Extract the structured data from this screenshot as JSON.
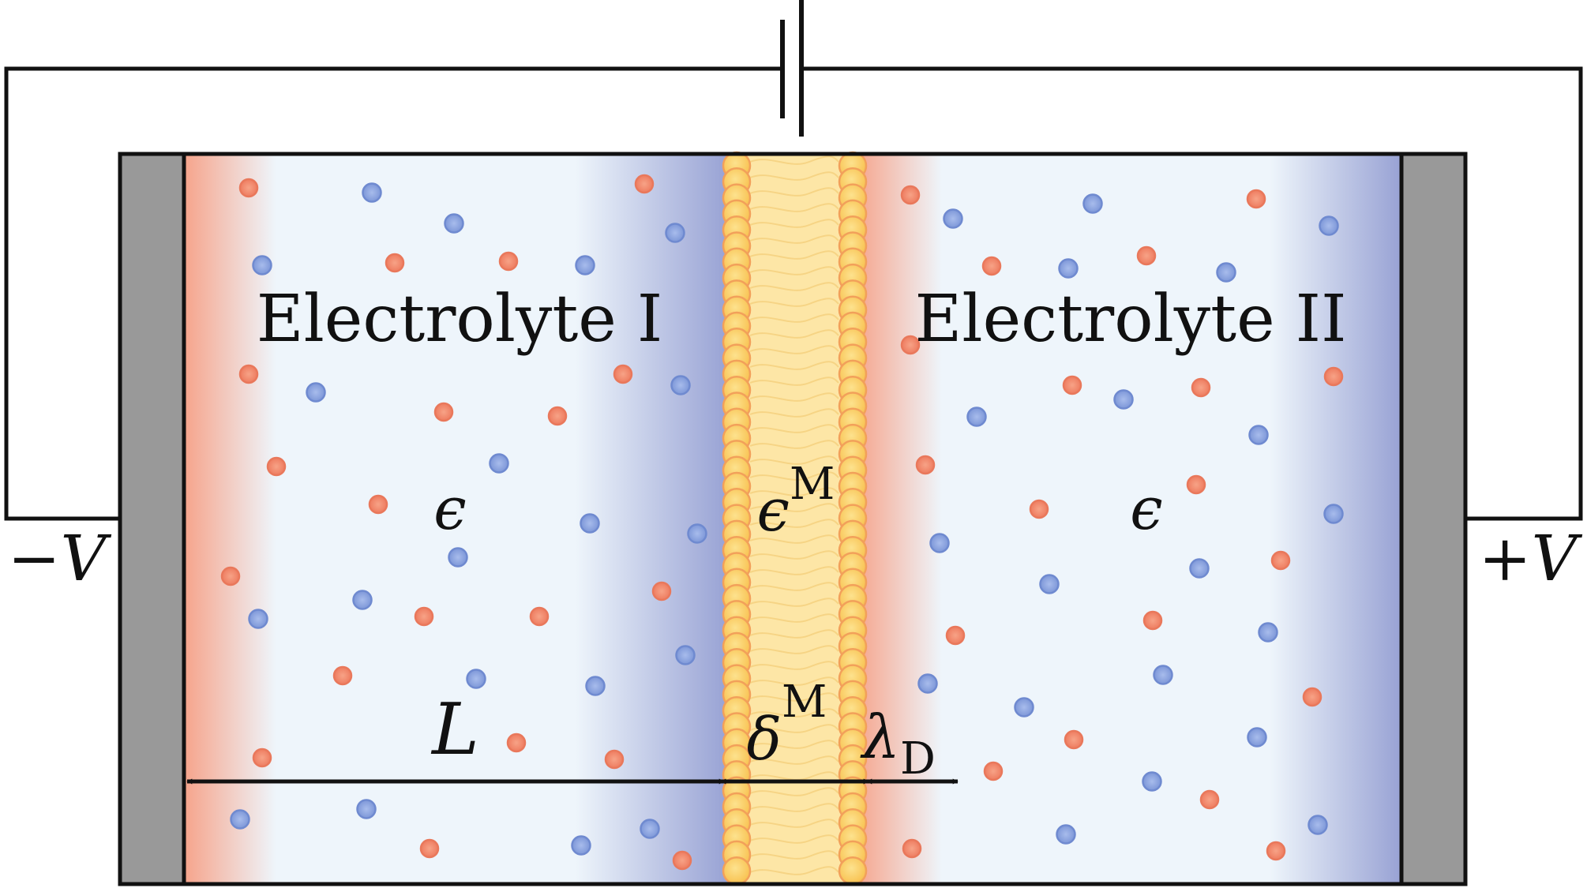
{
  "labels": {
    "electrolyte_left": "Electrolyte I",
    "electrolyte_right": "Electrolyte II",
    "eps_left": "ϵ",
    "eps_right": "ϵ",
    "eps_membrane_base": "ϵ",
    "eps_membrane_sup": "M",
    "length": "L",
    "delta_base": "δ",
    "delta_sup": "M",
    "lambda_base": "λ",
    "lambda_sub": "D",
    "voltage_left": "−V",
    "voltage_right": "+V"
  },
  "colors": {
    "cation": "#f08a6c",
    "anion": "#8fa6e0",
    "electrolyte": "#eef5fb",
    "membrane": "#fde6a6",
    "lipid_head": "#f9c65a",
    "electrode": "#999999",
    "wire": "#111111",
    "positive_layer": "#f5a58a",
    "negative_layer": "#9aa3d6"
  }
}
